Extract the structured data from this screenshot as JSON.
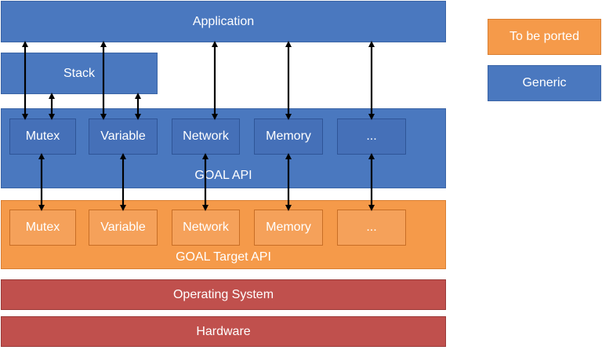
{
  "layers": {
    "application": "Application",
    "stack": "Stack",
    "goal_api": "GOAL API",
    "goal_target_api": "GOAL Target API",
    "operating_system": "Operating System",
    "hardware": "Hardware"
  },
  "api_modules": [
    "Mutex",
    "Variable",
    "Network",
    "Memory",
    "..."
  ],
  "target_modules": [
    "Mutex",
    "Variable",
    "Network",
    "Memory",
    "..."
  ],
  "legend": {
    "to_be_ported": "To be ported",
    "generic": "Generic"
  },
  "colors": {
    "generic": "#4a78bf",
    "to_be_ported": "#f59a4a",
    "system": "#c0504d",
    "arrow": "#000000"
  }
}
